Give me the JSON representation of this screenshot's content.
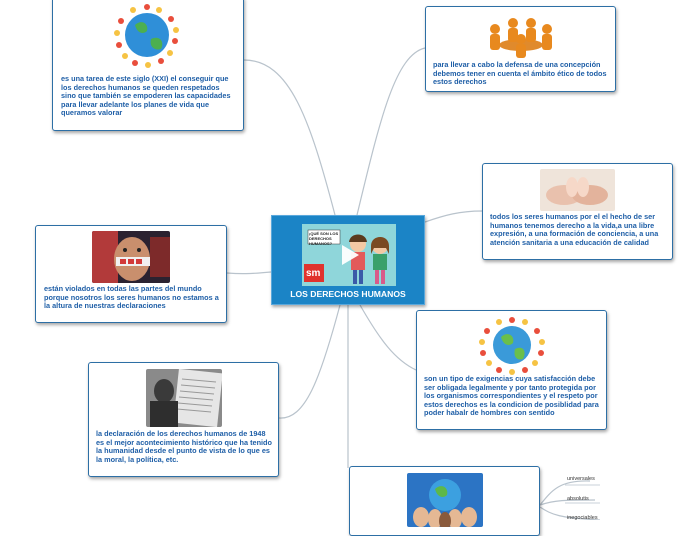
{
  "central": {
    "title": "LOS DERECHOS HUMANOS",
    "video_caption": "¡QUÉ SON LOS DERECHOS HUMANOS?",
    "logo_text": "sm"
  },
  "nodes": {
    "top_left": "es una tarea de este siglo (XXI) el conseguir que los derechos humanos se queden respetados sino que también se empoderen las capacidades para llevar adelante los planes de vida que queramos valorar",
    "top_right": "para llevar a cabo la defensa de una concepción debemos tener en cuenta el ámbito ético de todos estos derechos",
    "mid_right": "todos los seres humanos por el el hecho de ser humanos tenemos derecho a la vida,a una libre expresión, a una formación de conciencia, a una atención sanitaria a una educación de calidad",
    "mid_left": "están violados en todas las partes del mundo porque nosotros los seres humanos no estamos a la altura de nuestras declaraciones",
    "bottom_right": "son un tipo de exigencias cuya satisfacción debe ser obligada legalmente y por tanto protegida por los organismos correspondientes y el respeto por estos derechos es la condicion de posiblidad para poder habalr de hombres con sentido",
    "bottom_left": "la declaración de los derechos humanos de 1948 es el mejor acontecimiento histórico que ha tenido la humanidad desde el punto de vista de lo que es la moral, la política, etc."
  },
  "characteristics": [
    "universales",
    "absolutis",
    "inegociables"
  ],
  "colors": {
    "central_bg": "#1b84c6",
    "node_border": "#2d6fa5",
    "node_text": "#1f5fa7",
    "connector": "#b9c3cc"
  },
  "icons": {
    "central": "video-play-icon",
    "top_left": "children-around-globe-image",
    "top_right": "people-meeting-image",
    "mid_right": "baby-feet-in-hands-image",
    "mid_left": "gagged-face-image",
    "bottom_right": "children-around-globe-image",
    "bottom_left": "declaration-reading-image",
    "bottom_center": "hands-holding-globe-image"
  }
}
